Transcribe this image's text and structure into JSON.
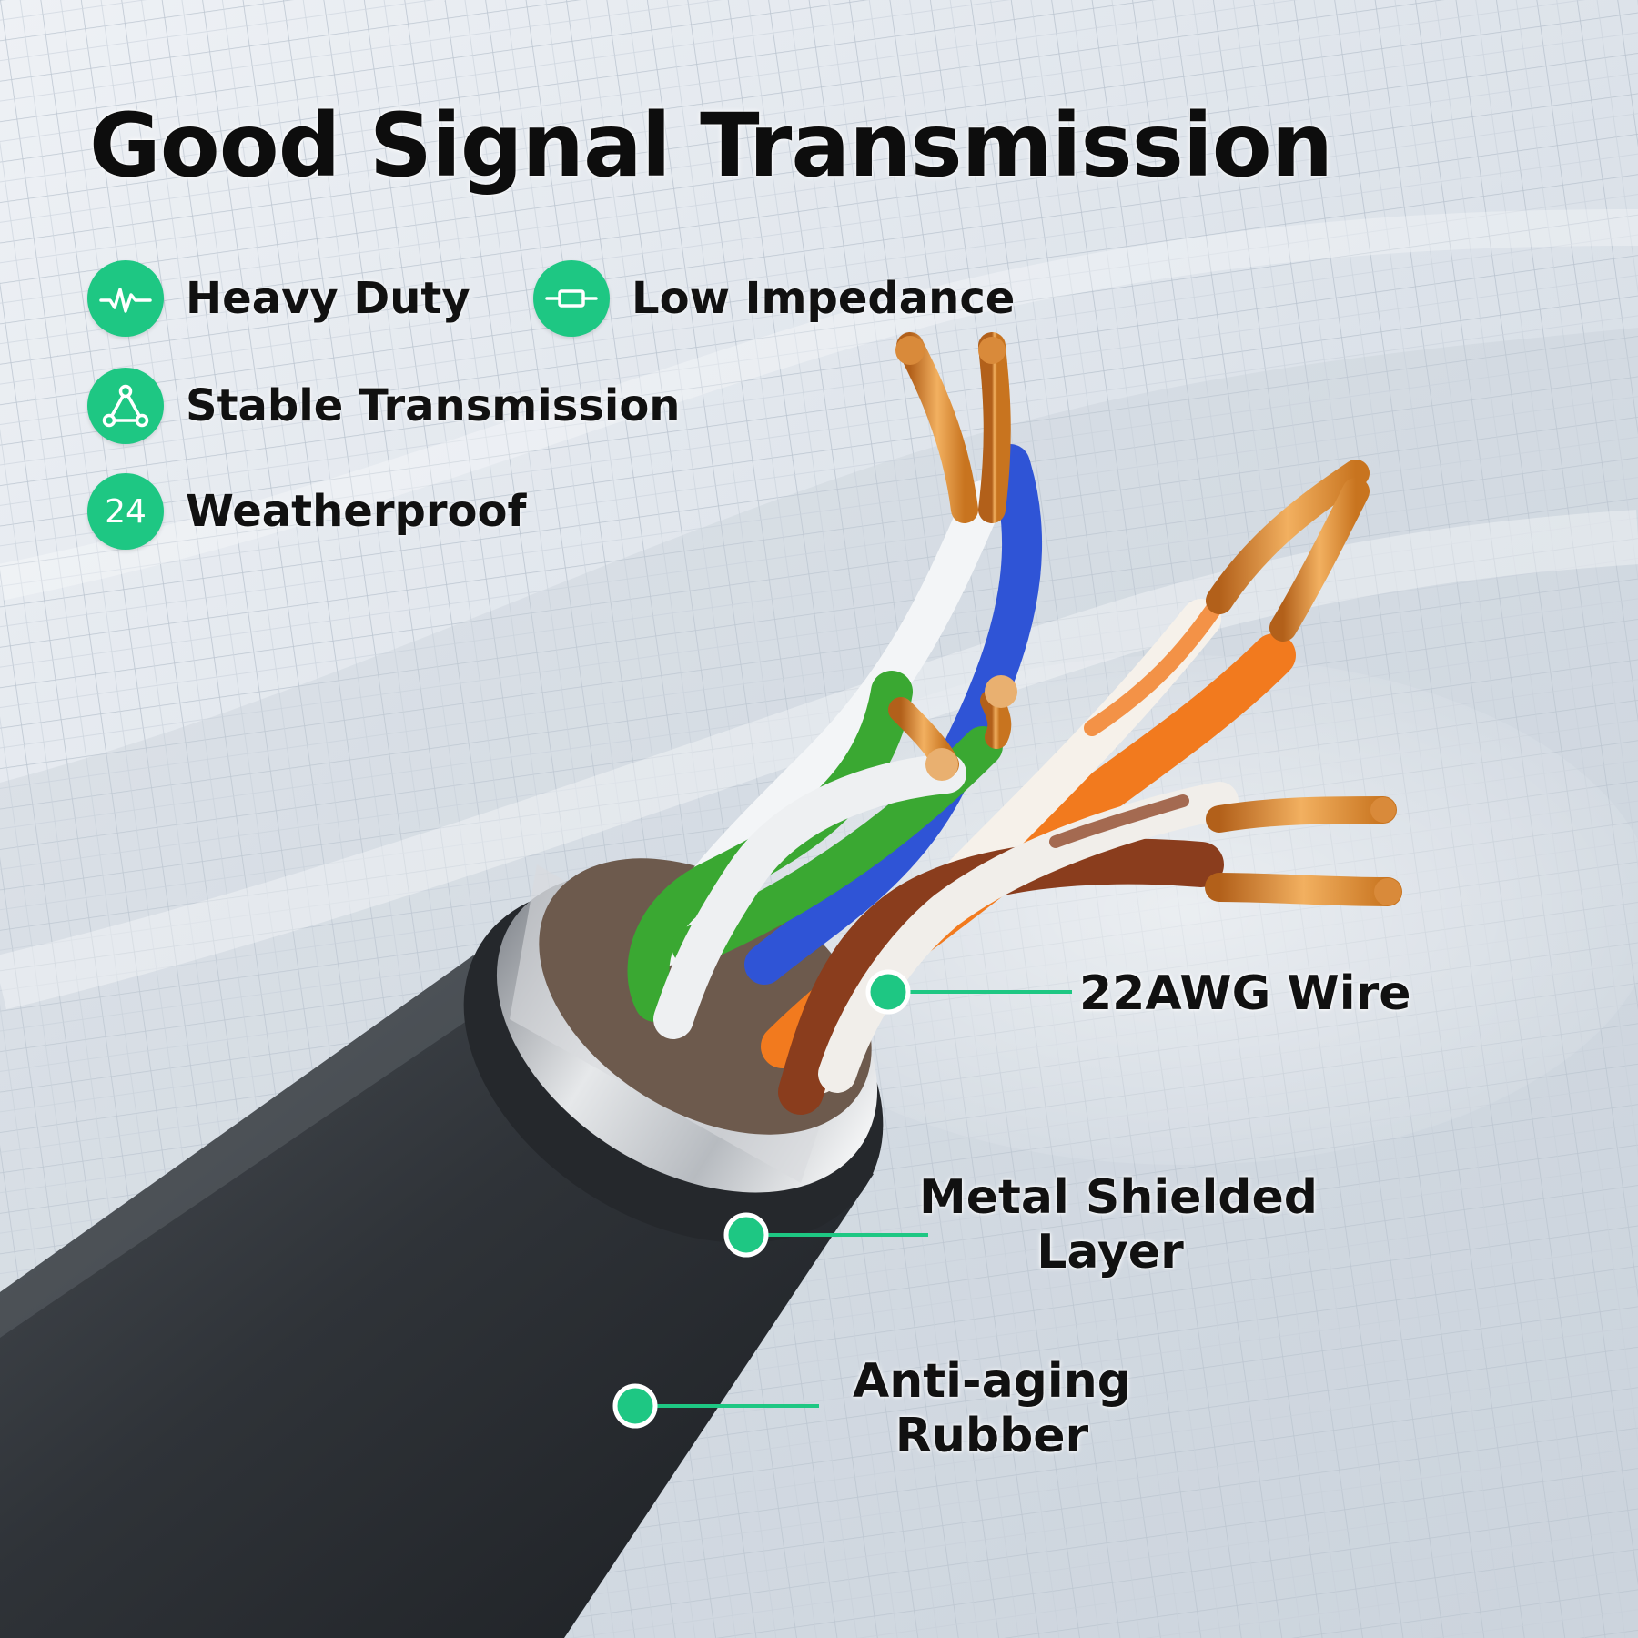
{
  "title": "Good Signal Transmission",
  "features": [
    {
      "label": "Heavy Duty",
      "icon": "heartbeat-icon"
    },
    {
      "label": "Low Impedance",
      "icon": "resistor-icon"
    },
    {
      "label": "Stable Transmission",
      "icon": "triangle-nodes-icon"
    },
    {
      "label": "Weatherproof",
      "icon": "number-badge-icon",
      "badge_text": "24"
    }
  ],
  "callouts": {
    "wire": "22AWG Wire",
    "shield_line1": "Metal Shielded",
    "shield_line2": "Layer",
    "jacket_line1": "Anti-aging",
    "jacket_line2": "Rubber"
  },
  "colors": {
    "accent": "#1ec783",
    "title": "#0d0d0d",
    "jacket": "#2f3338",
    "copper": "#e08a2e",
    "blue_wire": "#2f54d6",
    "green_wire": "#3aa832",
    "orange_wire": "#f27a1e",
    "brown_wire": "#8a3d1d"
  }
}
